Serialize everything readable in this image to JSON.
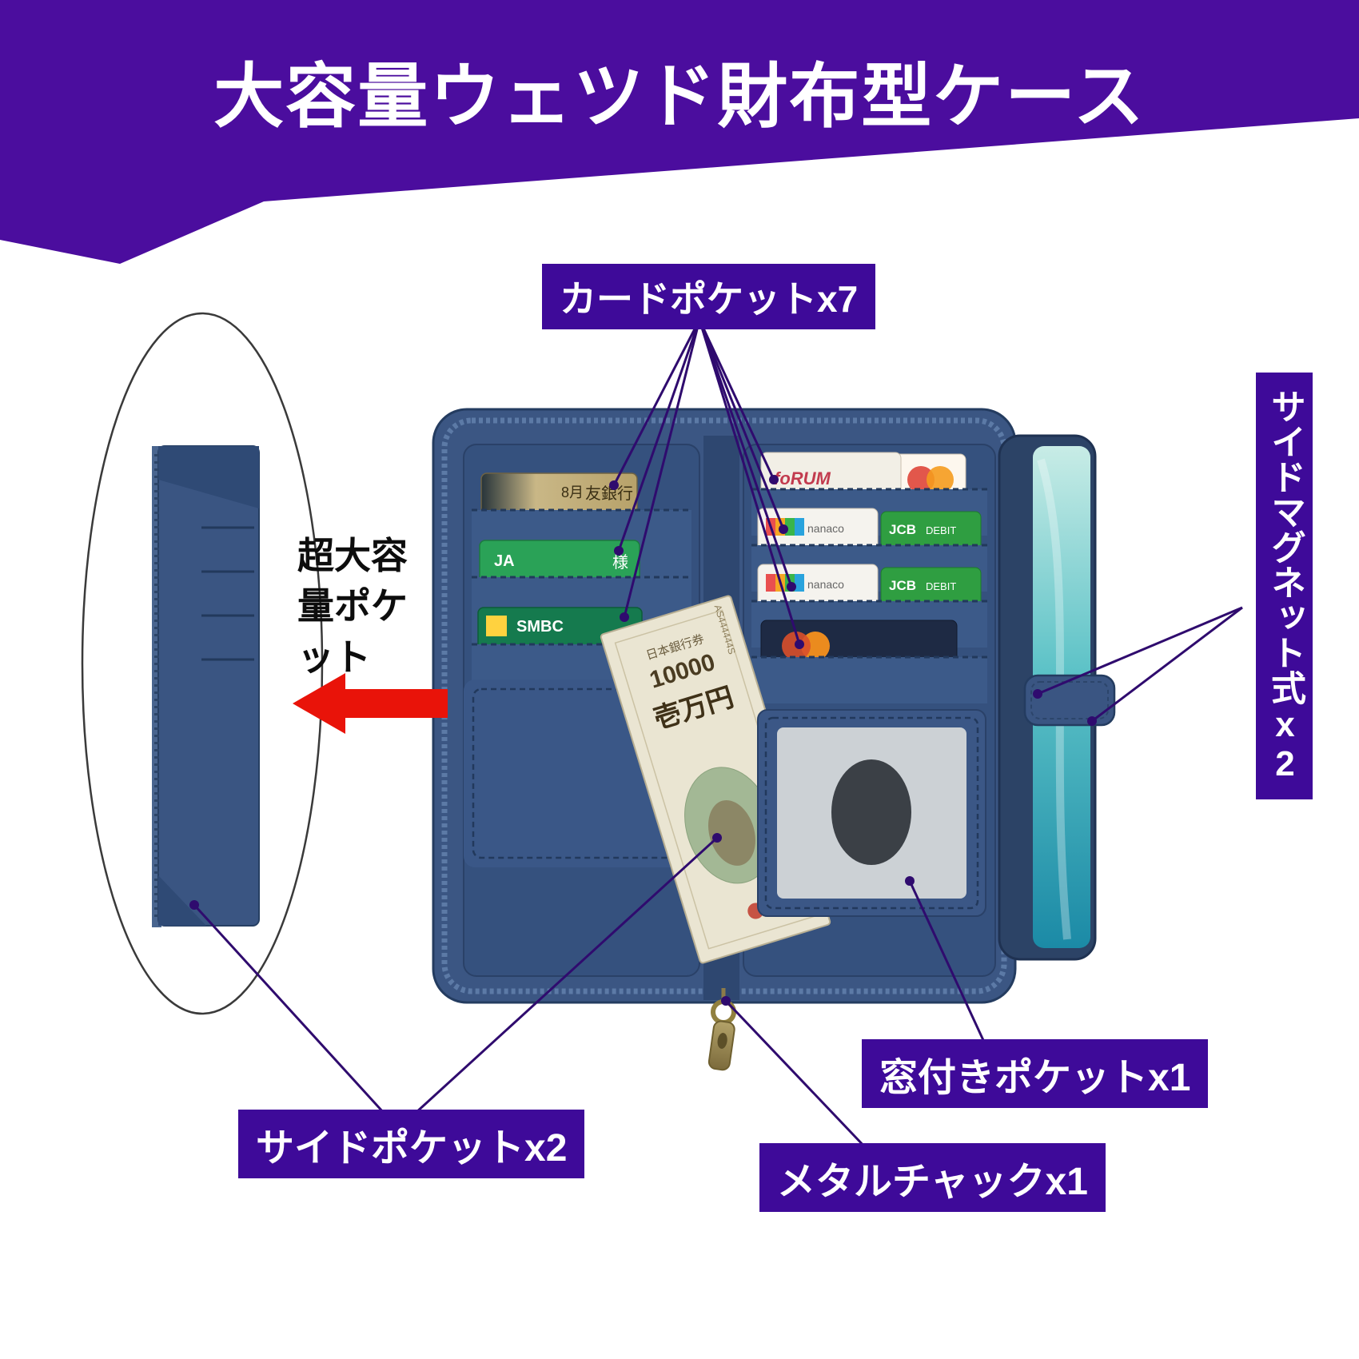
{
  "title": "大容量ウェツド財布型ケース",
  "annotations": {
    "card_pockets": "カードポケットx7",
    "side_magnet": "サイドマグネット式x2",
    "large_pocket": "超大容\n量ポケ\nット",
    "side_pockets": "サイドポケットx2",
    "window_pocket": "窓付きポケットx1",
    "metal_zipper": "メタルチャックx1"
  },
  "product": {
    "cards": {
      "left1": "友銀行",
      "left1_month": "8月",
      "left2_logo": "JA",
      "left2": "様",
      "left3": "SMBC",
      "right1": "foRUM",
      "nanaco": "nanaco",
      "jcb": "JCB",
      "debit": "DEBIT"
    },
    "banknote": {
      "issuer": "日本銀行券",
      "value": "10000",
      "kanji": "壱万円",
      "serial": "AS444444S"
    }
  },
  "colors": {
    "banner": "#4b0d9e",
    "label_bg": "#3e0a99",
    "line": "#2f0b6e",
    "arrow": "#e91309",
    "case": "#3b5683"
  }
}
